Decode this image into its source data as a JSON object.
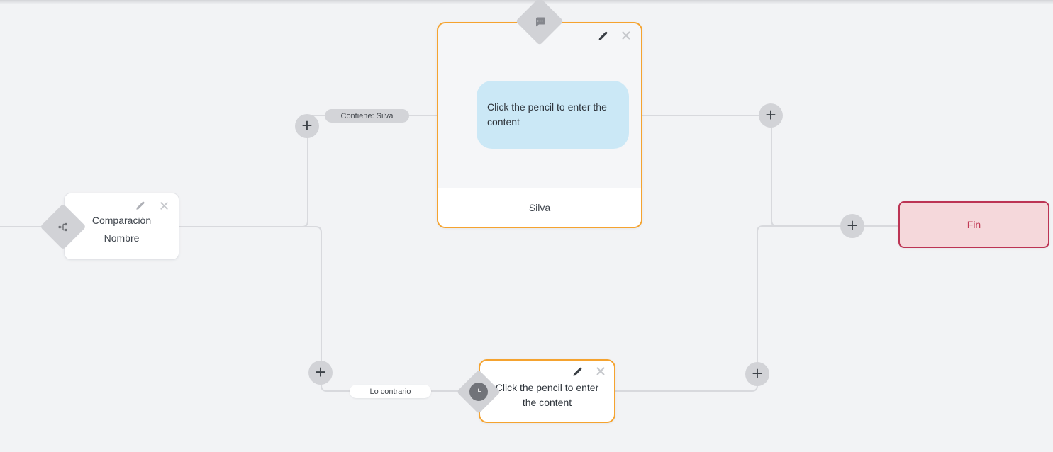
{
  "flow": {
    "edges": {
      "condition_label": "Contiene: Silva",
      "else_label": "Lo contrario"
    },
    "nodes": {
      "comparison": {
        "type_label": "Comparación",
        "name": "Nombre"
      },
      "message": {
        "placeholder": "Click the pencil to enter the content",
        "footer_label": "Silva"
      },
      "delay": {
        "placeholder": "Click the pencil to enter the content"
      },
      "end": {
        "label": "Fin"
      }
    }
  },
  "icons": {
    "plus_glyph": "+",
    "port_comparison": "sitemap-icon",
    "port_message": "chat-bubble-icon",
    "port_delay": "clock-icon"
  },
  "colors": {
    "canvas_bg": "#f2f3f5",
    "connector": "#d8d9dd",
    "accent_orange": "#f5a32f",
    "bubble_blue": "#cbe8f6",
    "end_bg": "#f5d8db",
    "end_border": "#bc3454",
    "end_text": "#c13a55",
    "node_text": "#3f454d"
  }
}
